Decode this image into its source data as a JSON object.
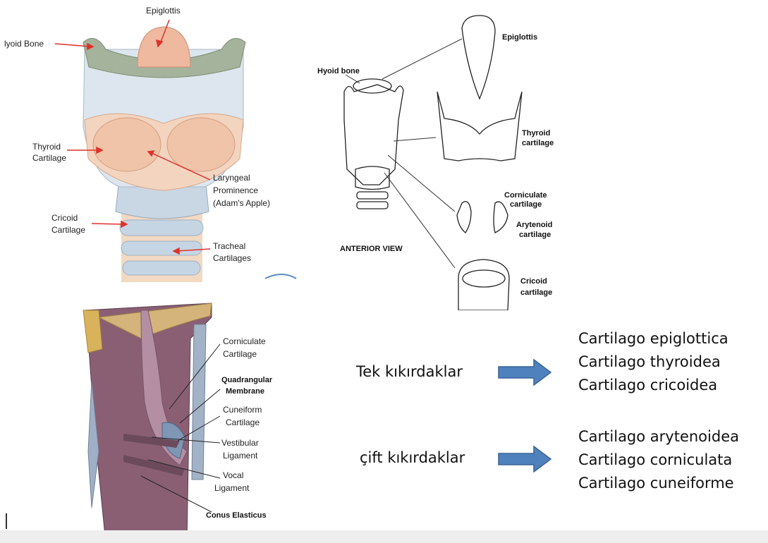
{
  "colored_figure": {
    "labels": {
      "epiglottis": "Epiglottis",
      "hyoid": "lyoid Bone",
      "thyroid_1": "Thyroid",
      "thyroid_2": "Cartilage",
      "laryngeal_1": "Laryngeal",
      "laryngeal_2": "Prominence",
      "laryngeal_3": "(Adam's Apple)",
      "cricoid_1": "Cricoid",
      "cricoid_2": "Cartilage",
      "tracheal_1": "Tracheal",
      "tracheal_2": "Cartilages"
    }
  },
  "lineart_figure": {
    "labels": {
      "hyoid": "Hyoid bone",
      "epiglottis": "Epiglottis",
      "thyroid_1": "Thyroid",
      "thyroid_2": "cartilage",
      "corniculate_1": "Corniculate",
      "corniculate_2": "cartilage",
      "arytenoid_1": "Arytenoid",
      "arytenoid_2": "cartilage",
      "cricoid_1": "Cricoid",
      "cricoid_2": "cartilage",
      "view": "ANTERIOR VIEW"
    }
  },
  "section_figure": {
    "labels": {
      "corniculate_1": "Corniculate",
      "corniculate_2": "Cartilage",
      "quadrangular_1": "Quadrangular",
      "quadrangular_2": "Membrane",
      "cuneiform_1": "Cuneiform",
      "cuneiform_2": "Cartilage",
      "vestibular_1": "Vestibular",
      "vestibular_2": "Ligament",
      "vocal_1": "Vocal",
      "vocal_2": "Ligament",
      "conus": "Conus Elasticus"
    }
  },
  "groups": {
    "single": {
      "label": "Tek kıkırdaklar",
      "items": [
        "Cartilago  epiglottica",
        "Cartilago thyroidea",
        "Cartilago cricoidea"
      ]
    },
    "paired": {
      "label": "çift kıkırdaklar",
      "items": [
        "Cartilago arytenoidea",
        "Cartilago corniculata",
        "Cartilago cuneiforme"
      ]
    }
  },
  "colors": {
    "arrow_fill": "#4f81bd",
    "arrow_stroke": "#3a6396",
    "label_line": "#e0302a"
  }
}
